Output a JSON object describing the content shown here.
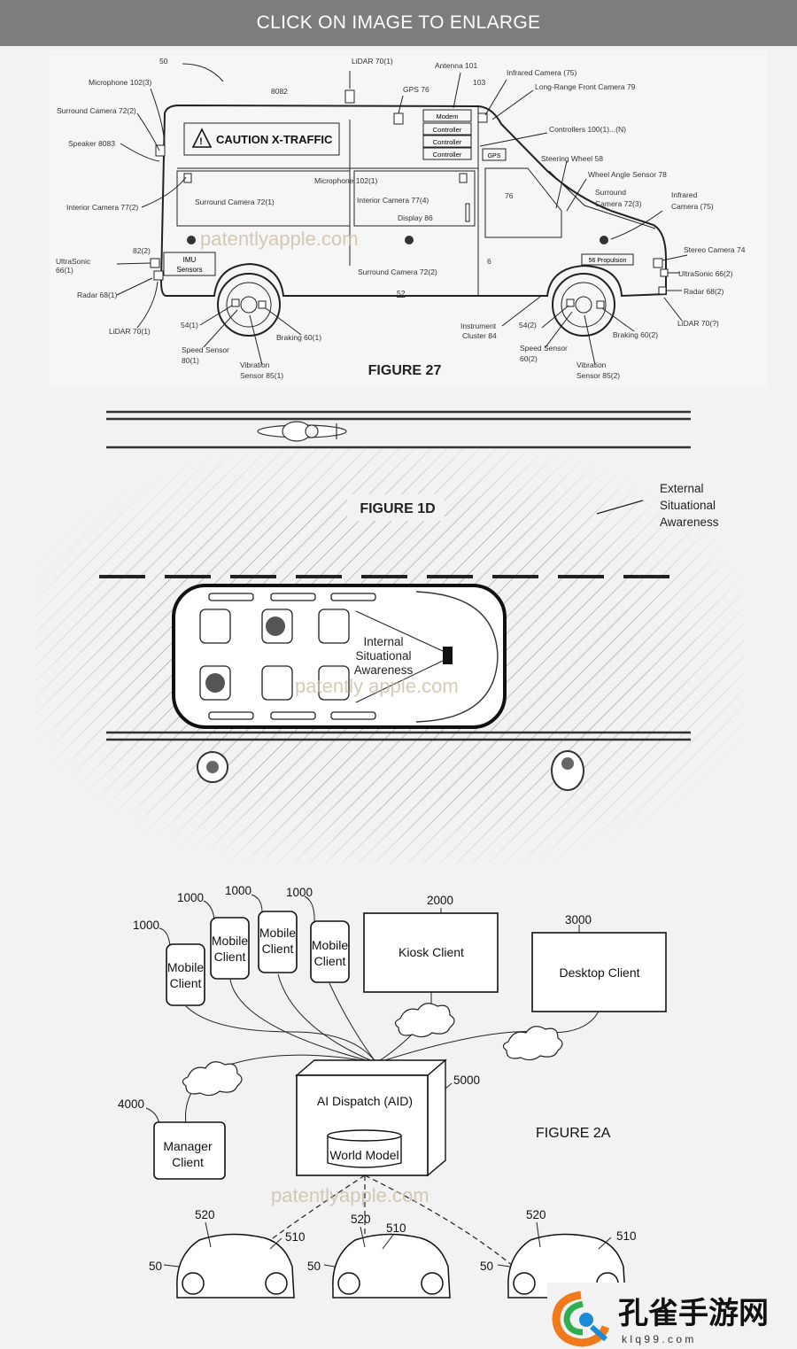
{
  "banner": {
    "text": "CLICK ON IMAGE TO ENLARGE"
  },
  "figure27": {
    "title": "FIGURE 27",
    "sign_text": "CAUTION X-TRAFFIC",
    "watermark": "patentlyapple.com",
    "rack": [
      "Modem",
      "Controller",
      "Controller",
      "Controller"
    ],
    "gps_box": "GPS",
    "imu_box": [
      "IMU",
      "Sensors"
    ],
    "propulsion_box": "56 Propulsion",
    "labels": {
      "n50": "50",
      "lidar_top": "LiDAR 70(1)",
      "antenna": "Antenna 101",
      "n103": "103",
      "infrared_top": "Infrared Camera (75)",
      "long_range": "Long-Range Front Camera 79",
      "microphone_top": "Microphone 102(3)",
      "n8082": "8082",
      "gps76": "GPS 76",
      "surround_left": "Surround Camera 72(2)",
      "speaker": "Speaker 8083",
      "controllers": "Controllers 100(1)...(N)",
      "steering": "Steering Wheel 58",
      "wheel_angle": "Wheel Angle Sensor 78",
      "interior_left": "Interior Camera 77(2)",
      "microphone_mid": "Microphone 102(1)",
      "surround_mid": "Surround Camera 72(1)",
      "interior_mid": "Interior Camera 77(4)",
      "display": "Display 86",
      "n76": "76",
      "surround_right_1": "Surround",
      "surround_right_2": "Camera 72(3)",
      "infrared_right_1": "Infrared",
      "infrared_right_2": "Camera (75)",
      "stereo": "Stereo Camera 74",
      "n82": "82(2)",
      "ultrasonic_left_1": "UltraSonic",
      "ultrasonic_left_2": "66(1)",
      "surround_bottom": "Surround Camera 72(2)",
      "n6": "6",
      "ultrasonic_right": "UltraSonic 66(2)",
      "radar_left": "Radar 68(1)",
      "n52": "52",
      "radar_right": "Radar 68(2)",
      "lidar_left": "LiDAR 70(1)",
      "n54_1": "54(1)",
      "braking_1": "Braking 60(1)",
      "instrument_1": "Instrument",
      "instrument_2": "Cluster 84",
      "n54_2": "54(2)",
      "lidar_right": "LiDAR 70(?)",
      "braking_2": "Braking 60(2)",
      "speed_left_1": "Speed Sensor",
      "speed_left_2": "80(1)",
      "vibration_left_1": "Vibration",
      "vibration_left_2": "Sensor 85(1)",
      "speed_right_1": "Speed Sensor",
      "speed_right_2": "60(2)",
      "vibration_right_1": "Vibration",
      "vibration_right_2": "Sensor 85(2)"
    }
  },
  "figure1d": {
    "title": "FIGURE 1D",
    "external": [
      "External",
      "Situational",
      "Awareness"
    ],
    "internal": [
      "Internal",
      "Situational",
      "Awareness"
    ],
    "watermark": "patently apple.com"
  },
  "figure2a": {
    "title": "FIGURE 2A",
    "mobile_label": [
      "Mobile",
      "Client"
    ],
    "mobile_refs": [
      "1000",
      "1000",
      "1000",
      "1000"
    ],
    "kiosk": {
      "label": "Kiosk Client",
      "ref": "2000"
    },
    "desktop": {
      "label": "Desktop Client",
      "ref": "3000"
    },
    "manager": {
      "label": [
        "Manager",
        "Client"
      ],
      "ref": "4000"
    },
    "dispatch": {
      "label": "AI Dispatch (AID)",
      "ref": "5000",
      "db": "World Model"
    },
    "vehicle_refs": {
      "outer": "50",
      "body": "510",
      "interior": "520"
    },
    "watermark": "patentlyapple.com"
  },
  "logo": {
    "text": "孔雀手游网",
    "sub": "k l q 9 9 . c o m"
  },
  "colors": {
    "banner": "#7d7d7d",
    "background": "#f2f2f2",
    "line": "#222222",
    "watermark": "#c9b99c",
    "logo_orange": "#f07a1a",
    "logo_green": "#2fae4f",
    "logo_blue": "#1d8ad8"
  }
}
